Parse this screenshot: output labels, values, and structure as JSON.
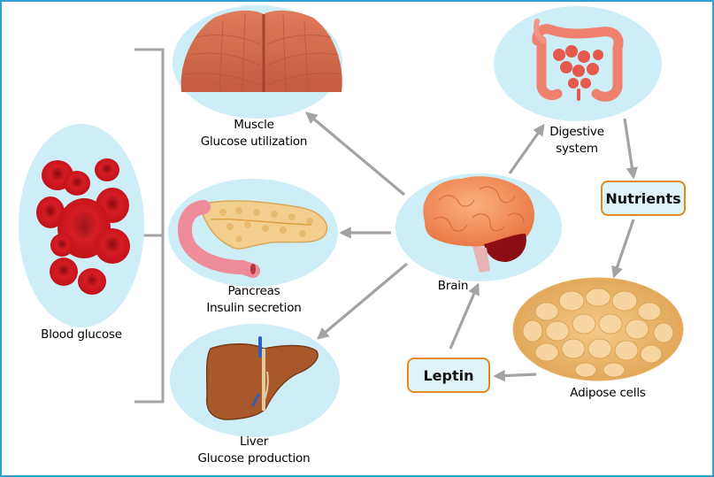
{
  "labels": {
    "blood_glucose": "Blood glucose",
    "muscle": [
      "Muscle",
      "Glucose utilization"
    ],
    "pancreas": [
      "Pancreas",
      "Insulin secretion"
    ],
    "liver": [
      "Liver",
      "Glucose production"
    ],
    "brain": "Brain",
    "digestive": [
      "Digestive",
      "system"
    ],
    "adipose": "Adipose  cells"
  },
  "boxes": {
    "nutrients": "Nutrients",
    "leptin": "Leptin"
  },
  "icons": [
    "red-blood-cells-icon",
    "muscle-icon",
    "pancreas-icon",
    "liver-icon",
    "brain-icon",
    "digestive-system-icon",
    "adipose-cells-icon"
  ],
  "colors": {
    "frame": "#2f9fd8",
    "bubble": "#cdeef6",
    "arrow": "#a3a3a3",
    "box_border": "#e08a1e",
    "box_fill": "#dff4f7"
  }
}
